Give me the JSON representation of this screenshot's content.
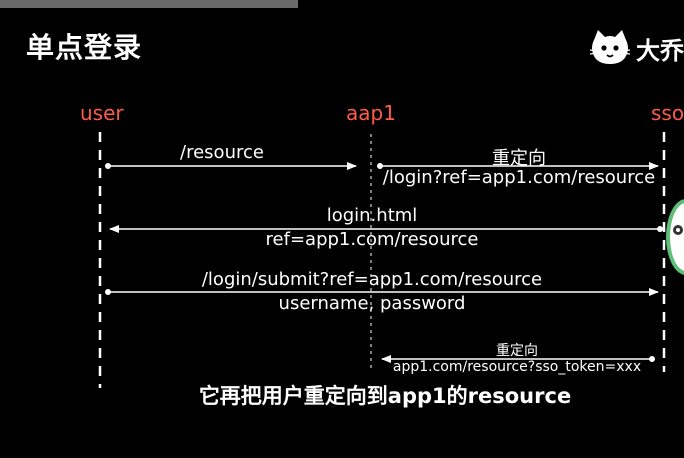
{
  "title": "单点登录",
  "brand": {
    "name": "大乔",
    "icon": "cat-logo-icon"
  },
  "actors": {
    "user": "user",
    "app": "aap1",
    "sso": "sso"
  },
  "messages": [
    {
      "id": "m1",
      "lines": [
        "/resource"
      ],
      "from": "user",
      "to": "app"
    },
    {
      "id": "m2",
      "lines": [
        "重定向",
        "/login?ref=app1.com/resource"
      ],
      "from": "app",
      "to": "sso"
    },
    {
      "id": "m3",
      "lines": [
        "login.html",
        "ref=app1.com/resource"
      ],
      "from": "sso",
      "to": "user"
    },
    {
      "id": "m4",
      "lines": [
        "/login/submit?ref=app1.com/resource",
        "username, password"
      ],
      "from": "user",
      "to": "sso"
    },
    {
      "id": "m5",
      "lines": [
        "重定向",
        "app1.com/resource?sso_token=xxx"
      ],
      "from": "sso",
      "to": "app"
    }
  ],
  "caption": "它再把用户重定向到app1的resource",
  "colors": {
    "background": "#000000",
    "actor": "#ff5a4a",
    "line": "#ffffff"
  }
}
